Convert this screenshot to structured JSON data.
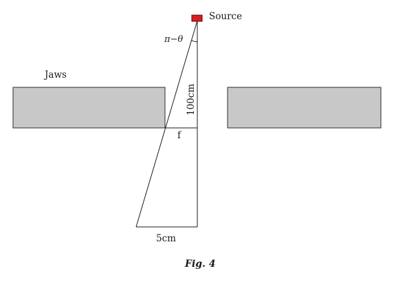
{
  "labels": {
    "source": "Source",
    "jaws": "Jaws",
    "angle": "π−θ",
    "distance": "100cm",
    "field": "f",
    "width": "5cm",
    "caption": "Fig. 4"
  },
  "colors": {
    "source_fill": "#d81e1e",
    "jaw_fill": "#c8c8c8"
  }
}
